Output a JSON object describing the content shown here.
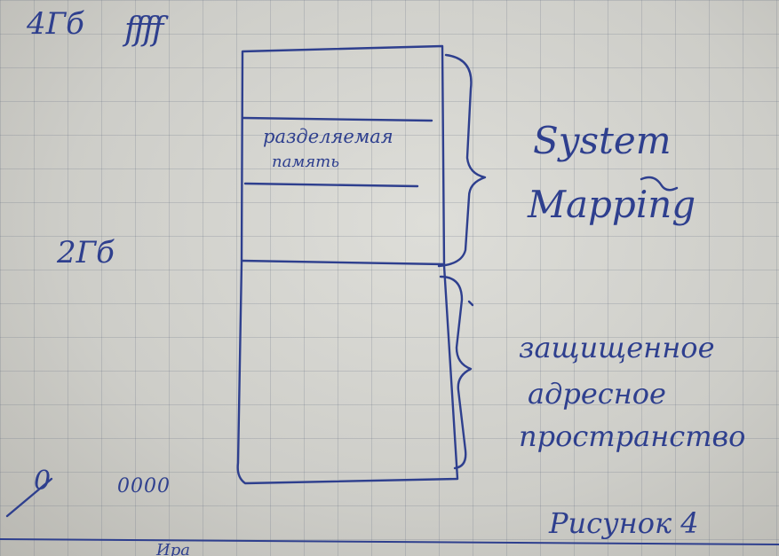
{
  "addresses": {
    "top_size": "4Гб",
    "top_address": "ffff",
    "middle_size": "2Гб",
    "bottom_zero": "0",
    "bottom_address": "0000"
  },
  "regions": {
    "shared_memory_line1": "разделяемая",
    "shared_memory_line2": "память"
  },
  "braces": {
    "upper_label_line1": "System",
    "upper_label_line2": "Mapping",
    "lower_label_line1": "защищенное",
    "lower_label_line2": "адресное",
    "lower_label_line3": "пространство"
  },
  "caption": "Рисунок 4",
  "cut_off_text": "Ира",
  "ink_color": "#2e3f8e"
}
